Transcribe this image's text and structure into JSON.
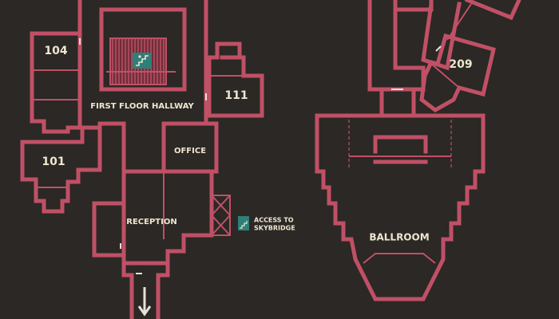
{
  "colors": {
    "background": "#2b2825",
    "wall": "#c05066",
    "label": "#efe6d0",
    "stair_fill": "#9c3f50",
    "icon_teal": "#2f7f78",
    "arrow": "#e8e2d6"
  },
  "rooms": {
    "r104": "104",
    "r101": "101",
    "r111": "111",
    "r209": "209",
    "hallway": "FIRST FLOOR HALLWAY",
    "office": "OFFICE",
    "reception": "RECEPTION",
    "ballroom": "BALLROOM"
  },
  "skybridge": {
    "line1": "ACCESS TO",
    "line2": "SKYBRIDGE",
    "icon": "stairs-icon"
  },
  "stairs": {
    "icon": "stairs-icon"
  },
  "exit": {
    "icon": "arrow-down-icon"
  }
}
